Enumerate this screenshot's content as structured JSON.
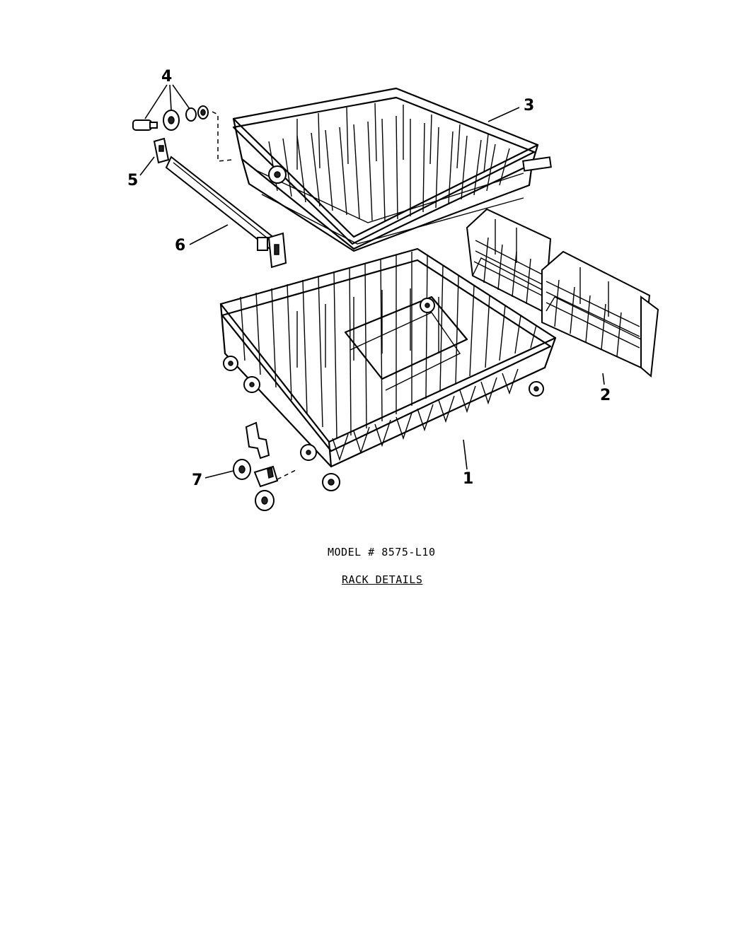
{
  "model_line": "MODEL # 8575-L10",
  "section_title": "RACK DETAILS",
  "callouts": {
    "p1": "1",
    "p2": "2",
    "p3": "3",
    "p4": "4",
    "p5": "5",
    "p6": "6",
    "p7": "7"
  }
}
